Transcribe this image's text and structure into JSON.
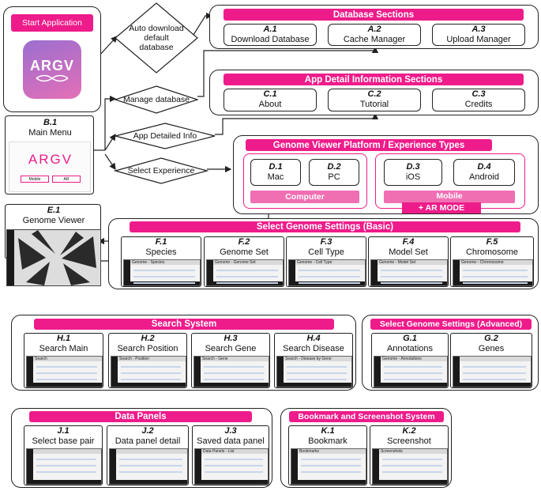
{
  "colors": {
    "accent": "#ee1c8a",
    "light_pink": "#f06fb2",
    "purple": "#6a4fa0"
  },
  "start": {
    "button": "Start Application",
    "logo": "ARGV"
  },
  "flow": {
    "auto_download": "Auto download default database",
    "manage_db": "Manage database",
    "app_info": "App Detailed Info",
    "select_exp": "Select Experience"
  },
  "main_menu": {
    "id": "B.1",
    "name": "Main Menu",
    "logo": "ARGV",
    "opt_mobile": "Mobile",
    "opt_ar": "AR"
  },
  "genome_viewer": {
    "id": "E.1",
    "name": "Genome Viewer"
  },
  "db": {
    "title": "Database Sections",
    "cards": [
      {
        "id": "A.1",
        "name": "Download Database"
      },
      {
        "id": "A.2",
        "name": "Cache Manager"
      },
      {
        "id": "A.3",
        "name": "Upload Manager"
      }
    ]
  },
  "app": {
    "title": "App Detail Information Sections",
    "cards": [
      {
        "id": "C.1",
        "name": "About"
      },
      {
        "id": "C.2",
        "name": "Tutorial"
      },
      {
        "id": "C.3",
        "name": "Credits"
      }
    ]
  },
  "platform": {
    "title": "Genome Viewer Platform / Experience Types",
    "computer_label": "Computer",
    "mobile_label": "Mobile",
    "ar_mode": "+ AR MODE",
    "cards": [
      {
        "id": "D.1",
        "name": "Mac"
      },
      {
        "id": "D.2",
        "name": "PC"
      },
      {
        "id": "D.3",
        "name": "iOS"
      },
      {
        "id": "D.4",
        "name": "Android"
      }
    ]
  },
  "basic": {
    "title": "Select Genome Settings (Basic)",
    "cards": [
      {
        "id": "F.1",
        "name": "Species",
        "shot": "Genome - Species"
      },
      {
        "id": "F.2",
        "name": "Genome Set",
        "shot": "Genome - Genome Set"
      },
      {
        "id": "F.3",
        "name": "Cell Type",
        "shot": "Genome - Cell Type"
      },
      {
        "id": "F.4",
        "name": "Model Set",
        "shot": "Genome - Model Set"
      },
      {
        "id": "F.5",
        "name": "Chromosome",
        "shot": "Genome - Chromosome"
      }
    ]
  },
  "search": {
    "title": "Search System",
    "cards": [
      {
        "id": "H.1",
        "name": "Search Main",
        "shot": "Search"
      },
      {
        "id": "H.2",
        "name": "Search Position",
        "shot": "Search - Position"
      },
      {
        "id": "H.3",
        "name": "Search Gene",
        "shot": "Search - Gene"
      },
      {
        "id": "H.4",
        "name": "Search Disease",
        "shot": "Search - Disease by Gene"
      }
    ]
  },
  "advanced": {
    "title": "Select Genome Settings (Advanced)",
    "cards": [
      {
        "id": "G.1",
        "name": "Annotations",
        "shot": "Genome - Annotations"
      },
      {
        "id": "G.2",
        "name": "Genes",
        "shot": ""
      }
    ]
  },
  "data": {
    "title": "Data Panels",
    "cards": [
      {
        "id": "J.1",
        "name": "Select base pair",
        "shot": ""
      },
      {
        "id": "J.2",
        "name": "Data panel detail",
        "shot": ""
      },
      {
        "id": "J.3",
        "name": "Saved data panel",
        "shot": "Data Panels - List"
      }
    ]
  },
  "bookmark": {
    "title": "Bookmark and Screenshot System",
    "cards": [
      {
        "id": "K.1",
        "name": "Bookmark",
        "shot": "Bookmarks"
      },
      {
        "id": "K.2",
        "name": "Screenshot",
        "shot": "Screenshots"
      }
    ]
  }
}
